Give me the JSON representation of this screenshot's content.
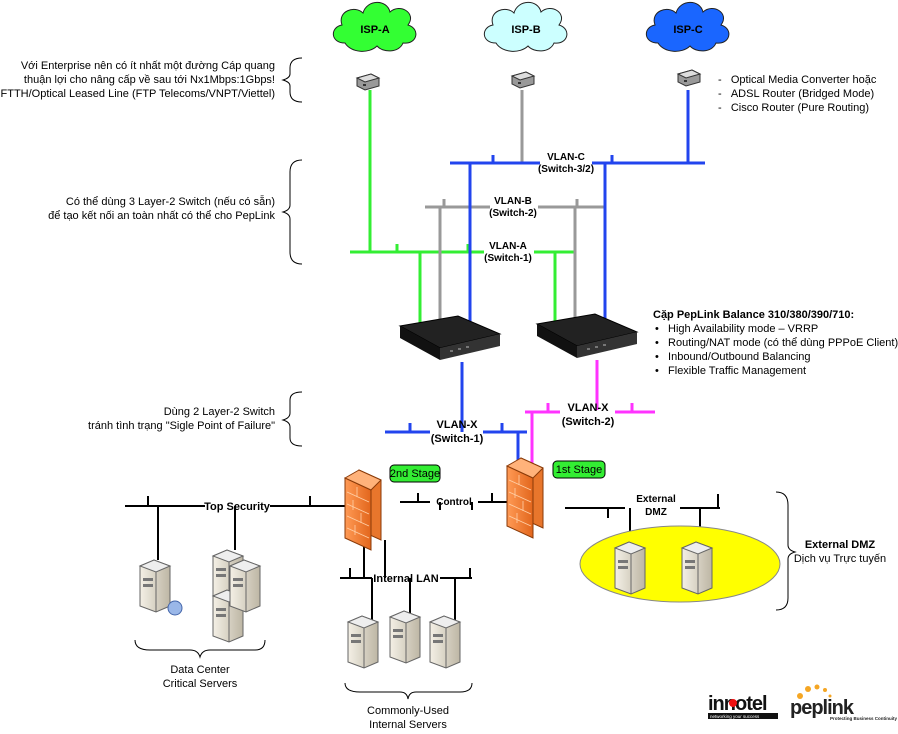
{
  "isps": [
    {
      "label": "ISP-A",
      "color": "#33ff33"
    },
    {
      "label": "ISP-B",
      "color": "#ccffff"
    },
    {
      "label": "ISP-C",
      "color": "#1a66ff"
    }
  ],
  "notes": {
    "fiber": [
      "Với Enterprise nên có ít nhất một đường Cáp quang",
      "thuận lợi cho nâng cấp về sau tới Nx1Mbps:1Gbps!",
      "FTTH/Optical Leased Line (FTP Telecoms/VNPT/Viettel)"
    ],
    "modem": [
      "Optical Media Converter hoặc",
      "ADSL Router (Bridged Mode)",
      "Cisco Router (Pure Routing)"
    ],
    "switch3": [
      "Có thể dùng 3 Layer-2 Switch (nếu có sẵn)",
      "để tạo kết nối an toàn nhất có thể cho PepLink"
    ],
    "switch2": [
      "Dùng 2 Layer-2 Switch",
      "tránh tình trạng \"Sigle Point of Failure\""
    ],
    "peplink_title": "Cặp PepLink Balance 310/380/390/710:",
    "peplink_items": [
      "High Availability mode – VRRP",
      "Routing/NAT mode (có thể dùng PPPoE Client)",
      "Inbound/Outbound Balancing",
      "Flexible Traffic Management"
    ],
    "dmz": [
      "External DMZ",
      "Dịch vụ Trực tuyến"
    ]
  },
  "vlans": {
    "c": [
      "VLAN-C",
      "(Switch-3/2)"
    ],
    "b": [
      "VLAN-B",
      "(Switch-2)"
    ],
    "a": [
      "VLAN-A",
      "(Switch-1)"
    ],
    "x1": [
      "VLAN-X",
      "(Switch-1)"
    ],
    "x2": [
      "VLAN-X",
      "(Switch-2)"
    ]
  },
  "firewalls": {
    "stage1": "1st Stage",
    "stage2": "2nd Stage"
  },
  "segments": {
    "top_security": "Top Security",
    "control": "Control",
    "external": [
      "External",
      "DMZ"
    ],
    "internal_lan": "Internal LAN"
  },
  "groups": {
    "datacenter": [
      "Data Center",
      "Critical Servers"
    ],
    "common": [
      "Commonly-Used",
      "Internal Servers"
    ]
  },
  "colors": {
    "green": "#33ee33",
    "gray": "#999999",
    "blue": "#2244ee",
    "magenta": "#ff33ff",
    "dmz": "#ffff00"
  },
  "logos": {
    "innotel": "innotel",
    "innotel_tag": "networking your success",
    "peplink": "peplink",
    "peplink_tag": "Protecting Business Continuity"
  }
}
